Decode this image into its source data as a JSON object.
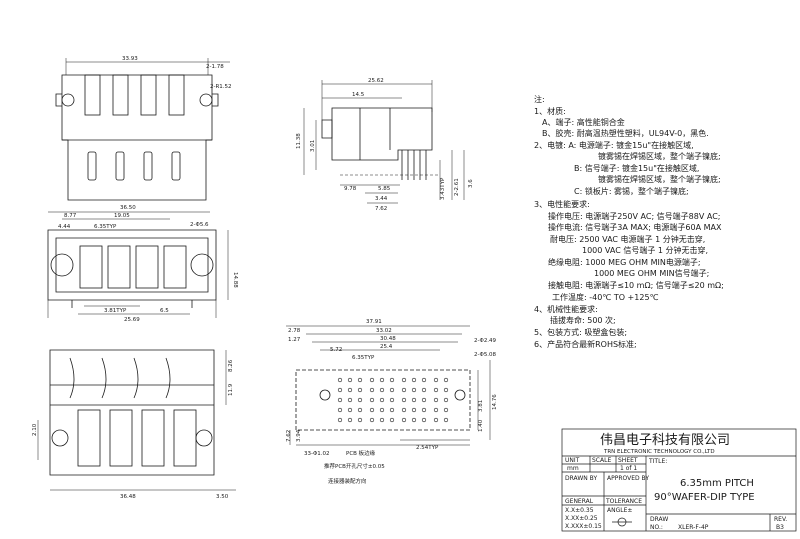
{
  "drawing": {
    "notes": {
      "header": "注:",
      "lines": [
        "1、材质:",
        "A、端子: 高性能铜合金",
        "B、胶壳: 耐高温热塑性塑料，UL94V-0，黑色.",
        "2、电镀: A: 电源端子: 镀金15u\"在接触区域,",
        "镀雾锡在焊锡区域，整个端子镍底;",
        "B: 信号端子: 镀金15u\"在接触区域,",
        "镀雾锡在焊锡区域，整个端子镍底;",
        "C: 锁板片: 雾锡，整个端子镍底;",
        "3、电性能要求:",
        "操作电压: 电源端子250V AC; 信号端子88V AC;",
        "操作电流: 信号端子3A MAX; 电源端子60A MAX",
        "耐电压: 2500 VAC 电源端子 1 分钟无击穿,",
        "1000 VAC 信号端子 1 分钟无击穿,",
        "绝缘电阻: 1000 MEG OHM MIN电源端子;",
        "1000 MEG OHM MIN信号端子;",
        "接触电阻: 电源端子≤10 mΩ; 信号端子≤20 mΩ;",
        "工作温度: -40℃ TO +125℃",
        "4、机械性能要求:",
        "插拔寿命: 500 次;",
        "5、包装方式: 吸塑盒包装;",
        "6、产品符合最新ROHS标准;"
      ]
    },
    "dims": {
      "top_overall": "33.93",
      "top_radius": "2-R1.52",
      "top_small": "2-1.78",
      "side_width": "25.62",
      "side_inner": "14.5",
      "side_h1": "11.38",
      "side_h2": "3.01",
      "side_b1": "9.78",
      "side_b2": "5.85",
      "side_b3": "3.44",
      "side_b4": "7.62",
      "side_tip": "3.43TYP",
      "side_pin": "2-2.61",
      "side_r": "3.6",
      "front_width": "36.50",
      "front_left": "8.77",
      "front_mid": "19.05",
      "front_edge": "4.44",
      "front_pitch": "6.35TYP",
      "front_hole": "2-Φ5.6",
      "front_height": "14.88",
      "front_b1": "3.81TYP",
      "front_b2": "6.5",
      "front_bottom": "25.69",
      "bot_width": "36.48",
      "bot_right": "3.50",
      "bot_left": "2.10",
      "bot_h": "8.26",
      "bot_h2": "11.9",
      "pcb_total": "37.91",
      "pcb_w1": "33.02",
      "pcb_w2": "30.48",
      "pcb_w3": "25.4",
      "pcb_l1": "2.78",
      "pcb_l2": "1.27",
      "pcb_pitch": "6.35TYP",
      "pcb_c": "5.72",
      "pcb_hole1": "2-Φ2.49",
      "pcb_hole2": "2-Φ5.08",
      "pcb_h1": "3.81",
      "pcb_h2": "14.76",
      "pcb_h3": "1.40",
      "pcb_bl1": "7.62",
      "pcb_bl2": "3.94",
      "pcb_bottom": "2.54TYP",
      "pcb_pinhole": "33-Φ1.02",
      "pcb_label": "PCB 板边缘",
      "pcb_caption": "推荐PCB开孔尺寸±0.05",
      "pcb_caption2": "连接器装配方向"
    },
    "title_block": {
      "company_cn": "伟昌电子科技有限公司",
      "company_en": "TRN ELECTRONIC TECHNOLOGY CO.,LTD",
      "unit_label": "UNIT",
      "scale_label": "SCALE",
      "sheet_label": "SHEET",
      "title_label": "TITLE:",
      "unit_value": "mm",
      "sheet_value": "1 of 1",
      "drawn_by": "DRAWN BY",
      "approved_by": "APPROVED BY",
      "title_line1": "6.35mm PITCH",
      "title_line2": "90°WAFER-DIP TYPE",
      "general": "GENERAL",
      "tolerance": "TOLERANCE",
      "tol1": "X.X±0.35",
      "tol2": "X.XX±0.25",
      "tol3": "X.XXX±0.15",
      "angle": "ANGLE±",
      "draw_label": "DRAW",
      "no_label": "NO.:",
      "drawing_no": "XLER-F-4P",
      "rev_label": "REV.",
      "rev_value": "B3"
    }
  }
}
